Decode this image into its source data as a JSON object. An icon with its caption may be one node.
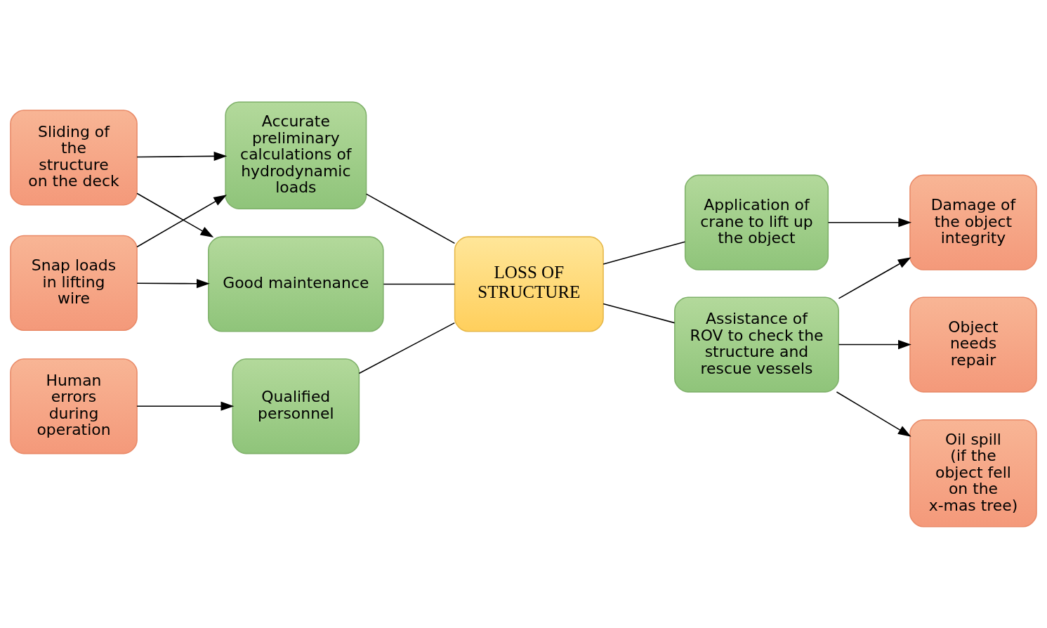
{
  "diagram": {
    "nodes": [
      {
        "text": [
          "Snap loads in lifting wire"
        ]
      },
      {
        "text": [
          "Sliding of the structure on the deck"
        ]
      },
      {
        "text": [
          "Human errors during operation"
        ]
      },
      {
        "text": [
          "Good maintenance"
        ]
      },
      {
        "text": [
          "Accurate preliminary calculations of hydrodynamic loads"
        ]
      },
      {
        "text": [
          "Qualified personnel"
        ]
      },
      {
        "text": [
          "LOSS OF STRUCTURE"
        ]
      },
      {
        "text": [
          "Assistance of ROV to check the structure and rescue vessels"
        ]
      },
      {
        "text": [
          "Application of crane to lift up the object"
        ]
      },
      {
        "text": [
          "Damage of the object integrity"
        ]
      },
      {
        "text": [
          "Oil spill (if the object fell on the x-mas tree)"
        ]
      },
      {
        "text": [
          "Object needs repair"
        ]
      }
    ],
    "edges": [
      {
        "from": 0,
        "to": 3,
        "arrow": "to"
      },
      {
        "from": 0,
        "to": 4,
        "arrow": "to"
      },
      {
        "from": 1,
        "to": 3,
        "arrow": "to"
      },
      {
        "from": 1,
        "to": 4,
        "arrow": "to"
      },
      {
        "from": 2,
        "to": 5,
        "arrow": "to"
      },
      {
        "from": 3,
        "to": 6,
        "arrow": "none"
      },
      {
        "from": 4,
        "to": 6,
        "arrow": "none"
      },
      {
        "from": 5,
        "to": 6,
        "arrow": "none"
      },
      {
        "from": 6,
        "to": 7,
        "arrow": "none"
      },
      {
        "from": 6,
        "to": 8,
        "arrow": "none"
      },
      {
        "from": 7,
        "to": 9,
        "arrow": "to"
      },
      {
        "from": 7,
        "to": 10,
        "arrow": "to"
      },
      {
        "from": 7,
        "to": 11,
        "arrow": "to"
      },
      {
        "from": 8,
        "to": 9,
        "arrow": "to"
      }
    ]
  }
}
